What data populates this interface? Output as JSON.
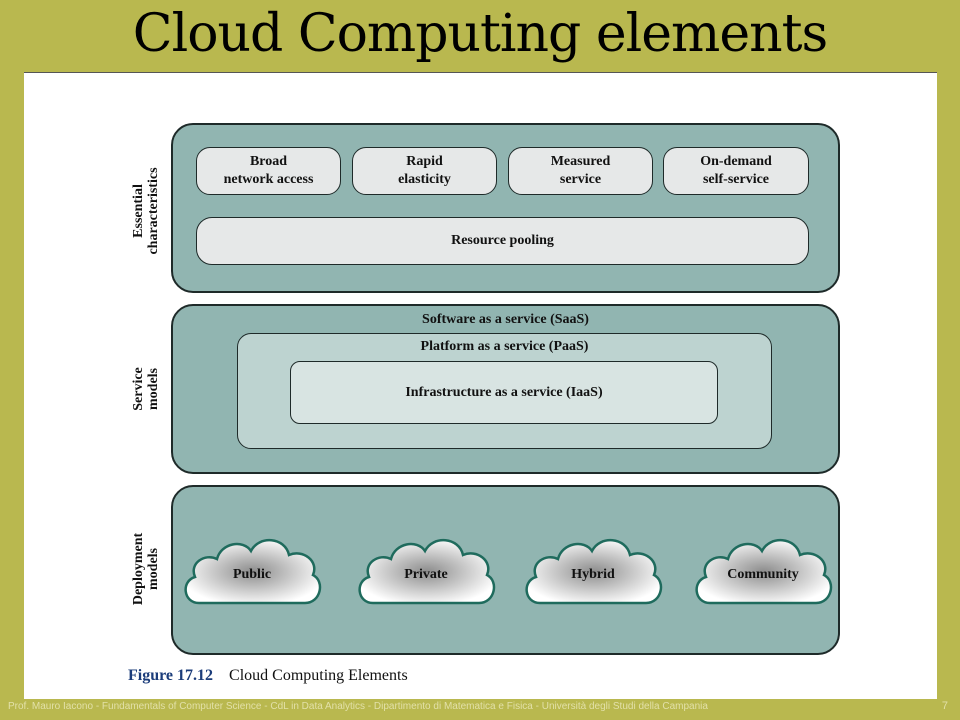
{
  "slide": {
    "title": "Cloud Computing elements",
    "footer": "Prof. Mauro Iacono - Fundamentals of Computer  Science - CdL in Data Analytics - Dipartimento di Matematica e Fisica - Università degli Studi della Campania",
    "page_number": "7"
  },
  "figure": {
    "essential": {
      "label_line1": "Essential",
      "label_line2": "characteristics",
      "items": [
        {
          "line1": "Broad",
          "line2": "network access"
        },
        {
          "line1": "Rapid",
          "line2": "elasticity"
        },
        {
          "line1": "Measured",
          "line2": "service"
        },
        {
          "line1": "On-demand",
          "line2": "self-service"
        }
      ],
      "pooling": "Resource pooling"
    },
    "service": {
      "label_line1": "Service",
      "label_line2": "models",
      "saas": "Software as a service (SaaS)",
      "paas": "Platform as a service (PaaS)",
      "iaas": "Infrastructure as a service (IaaS)"
    },
    "deployment": {
      "label_line1": "Deployment",
      "label_line2": "models",
      "clouds": [
        "Public",
        "Private",
        "Hybrid",
        "Community"
      ]
    },
    "caption": {
      "number": "Figure 17.12",
      "text": "Cloud Computing Elements"
    }
  }
}
